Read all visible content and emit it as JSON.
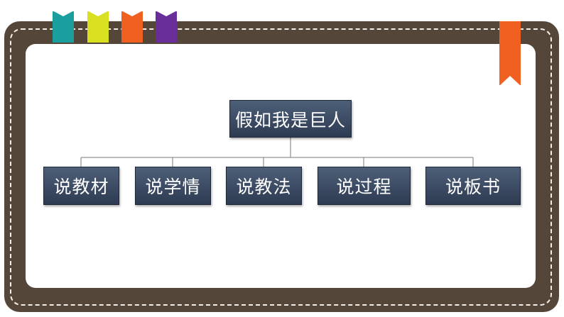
{
  "ribbons": [
    {
      "name": "teal-ribbon",
      "color": "#1a9e9e"
    },
    {
      "name": "yellow-ribbon",
      "color": "#d8e020"
    },
    {
      "name": "orange-ribbon",
      "color": "#f06020"
    },
    {
      "name": "purple-ribbon",
      "color": "#6a2e9a"
    },
    {
      "name": "bookmark-ribbon",
      "color": "#f06020"
    }
  ],
  "colors": {
    "frame": "#55463a",
    "node_fill_top": "#4d5f78",
    "node_fill_bottom": "#2e3b52",
    "connector": "#7a7a7a"
  },
  "diagram": {
    "root": "假如我是巨人",
    "children": [
      "说教材",
      "说学情",
      "说教法",
      "说过程",
      "说板书"
    ]
  }
}
